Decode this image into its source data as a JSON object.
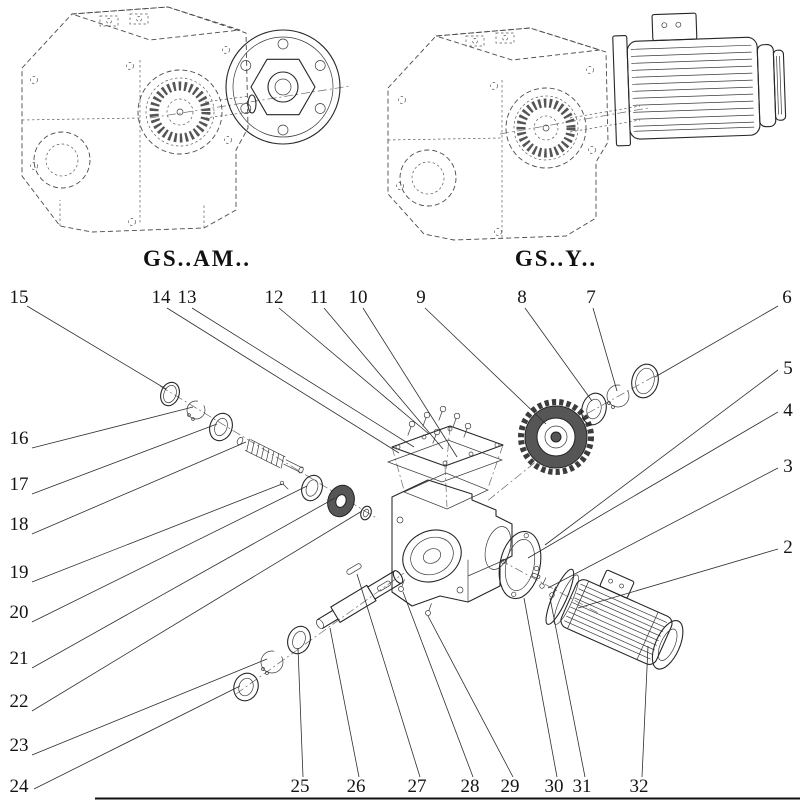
{
  "diagram": {
    "title_left": "GS..AM..",
    "title_right": "GS..Y..",
    "callouts": {
      "c2": "2",
      "c3": "3",
      "c4": "4",
      "c5": "5",
      "c6": "6",
      "c7": "7",
      "c8": "8",
      "c9": "9",
      "c10": "10",
      "c11": "11",
      "c12": "12",
      "c13": "13",
      "c14": "14",
      "c15": "15",
      "c16": "16",
      "c17": "17",
      "c18": "18",
      "c19": "19",
      "c20": "20",
      "c21": "21",
      "c22": "22",
      "c23": "23",
      "c24": "24",
      "c25": "25",
      "c26": "26",
      "c27": "27",
      "c28": "28",
      "c29": "29",
      "c30": "30",
      "c31": "31",
      "c32": "32"
    },
    "colors": {
      "line": "#262626",
      "dashed": "#4a4a4a",
      "dark_fill": "#565656",
      "paper": "#ffffff"
    }
  }
}
